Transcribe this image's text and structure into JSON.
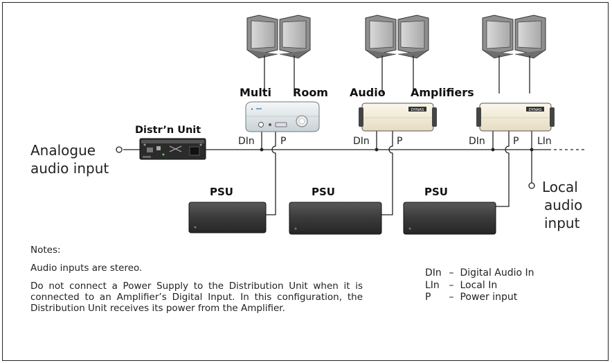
{
  "diagram": {
    "group_label_left": "Multi",
    "group_label_words": [
      "Room",
      "Audio",
      "Amplifiers"
    ],
    "distribution_unit_label": "Distr’n Unit",
    "analogue_input_label_line1": "Analogue",
    "analogue_input_label_line2": "audio input",
    "local_input_label_line1": "Local",
    "local_input_label_line2": "audio",
    "local_input_label_line3": "input",
    "port_labels": {
      "din": "DIn",
      "p": "P",
      "lin": "LIn"
    },
    "psu_label": "PSU",
    "amp_badge": "DYNAS"
  },
  "notes": {
    "title": "Notes:",
    "line1": "Audio inputs are stereo.",
    "body": "Do not connect a Power Supply to the Distribution Unit when it is connected to an Amplifier’s Digital Input. In this configuration, the Distribution Unit receives its power from the Amplifier."
  },
  "legend": [
    {
      "key": "DIn",
      "dash": "–",
      "desc": "Digital Audio In"
    },
    {
      "key": "LIn",
      "dash": "–",
      "desc": "Local In"
    },
    {
      "key": "P",
      "dash": "–",
      "desc": "Power input"
    }
  ],
  "colors": {
    "speaker_face": "#c7c7c7",
    "speaker_side": "#9a9a9a",
    "amp_body": "#f3ecd9",
    "psu_body": "#3b3b3b",
    "line": "#222222"
  }
}
